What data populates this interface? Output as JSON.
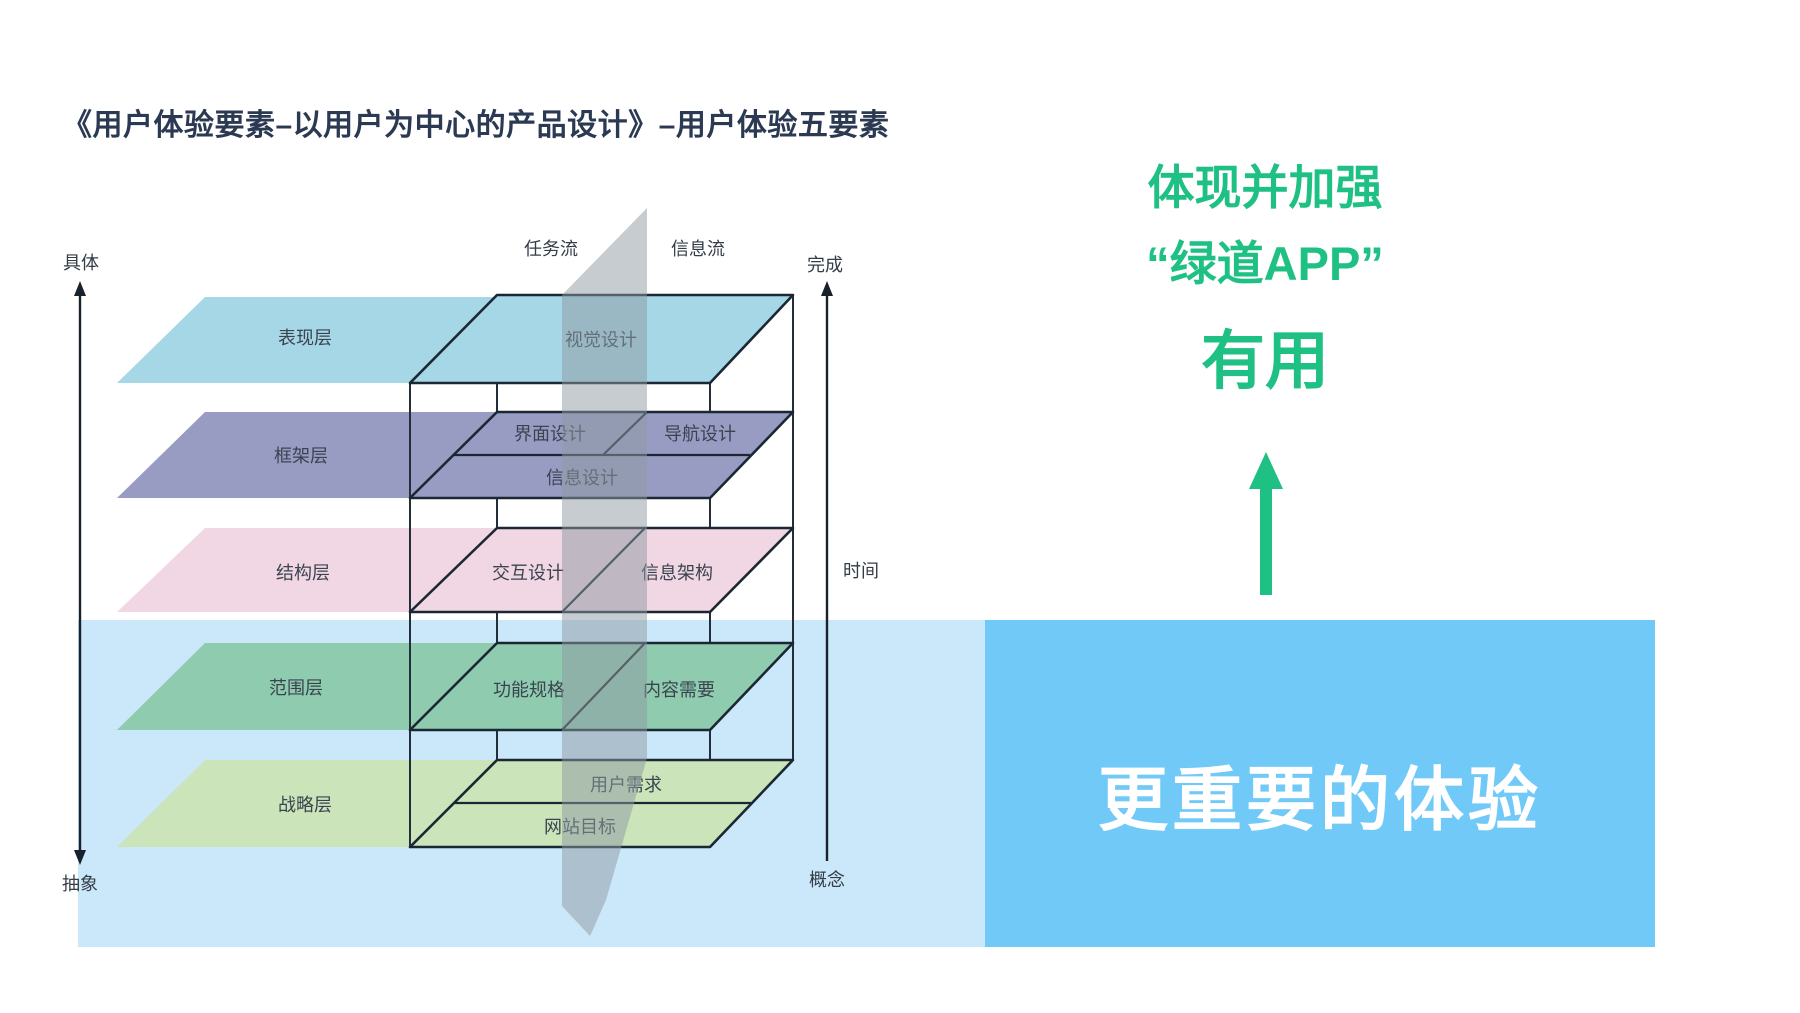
{
  "title": "《用户体验要素–以用户为中心的产品设计》–用户体验五要素",
  "axes": {
    "concrete": "具体",
    "abstract": "抽象",
    "complete": "完成",
    "concept": "概念",
    "time": "时间",
    "task_flow": "任务流",
    "info_flow": "信息流"
  },
  "layers": [
    {
      "name": "表现层",
      "items": [
        "视觉设计"
      ]
    },
    {
      "name": "框架层",
      "items": [
        "界面设计",
        "导航设计",
        "信息设计"
      ]
    },
    {
      "name": "结构层",
      "items": [
        "交互设计",
        "信息架构"
      ]
    },
    {
      "name": "范围层",
      "items": [
        "功能规格",
        "内容需要"
      ]
    },
    {
      "name": "战略层",
      "items": [
        "用户需求",
        "网站目标"
      ]
    }
  ],
  "annotation": {
    "line1": "体现并加强",
    "line2": "“绿道APP”",
    "line3": "有用"
  },
  "highlight": {
    "label": "更重要的体验"
  },
  "colors": {
    "title_text": "#2B3A52",
    "accent_green": "#1FC083",
    "band_light_blue": "#CBE7FA",
    "band_dark_blue": "#70C9F7",
    "layer_blue": "#A6D7E7",
    "layer_purple": "#989CC3",
    "layer_pink": "#F1D7E3",
    "layer_green": "#8FCBAE",
    "layer_light_green": "#CBE4BA",
    "plane_gray": "#8E99A1",
    "line_dark": "#1B2733",
    "label_text": "#3A4450",
    "highlight_text": "#FFFFFF"
  }
}
